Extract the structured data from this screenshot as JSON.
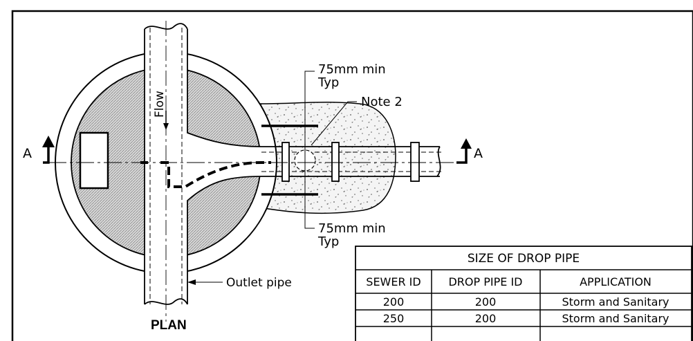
{
  "labels": {
    "flow": "Flow",
    "note": "Note 2",
    "top_dim_line1": "75mm min",
    "top_dim_line2": "Typ",
    "bottom_dim_line1": "75mm min",
    "bottom_dim_line2": "Typ",
    "outlet": "Outlet pipe",
    "plan": "PLAN",
    "section_left": "A",
    "section_right": "A"
  },
  "table": {
    "title": "SIZE OF DROP PIPE",
    "headers": [
      "SEWER ID",
      "DROP PIPE ID",
      "APPLICATION"
    ],
    "rows": [
      [
        "200",
        "200",
        "Storm and Sanitary"
      ],
      [
        "250",
        "200",
        "Storm and Sanitary"
      ]
    ]
  }
}
